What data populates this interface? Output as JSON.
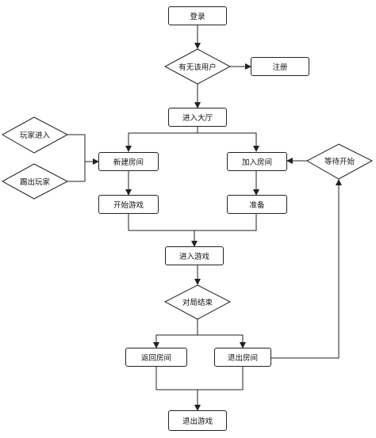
{
  "nodes": {
    "login": "登录",
    "check_user": "有无该用户",
    "register": "注册",
    "enter_lobby": "进入大厅",
    "player_join": "玩家进入",
    "kick_player": "踢出玩家",
    "create_room": "新建房间",
    "join_room": "加入房间",
    "wait_start": "等待开始",
    "start_game": "开始游戏",
    "prepare": "准备",
    "enter_game": "进入游戏",
    "match_end": "对局结束",
    "return_room": "返回房间",
    "exit_room": "退出房间",
    "exit_game": "退出游戏"
  },
  "colors": {
    "stroke": "#222222",
    "fill": "#ffffff",
    "text": "#111111"
  }
}
